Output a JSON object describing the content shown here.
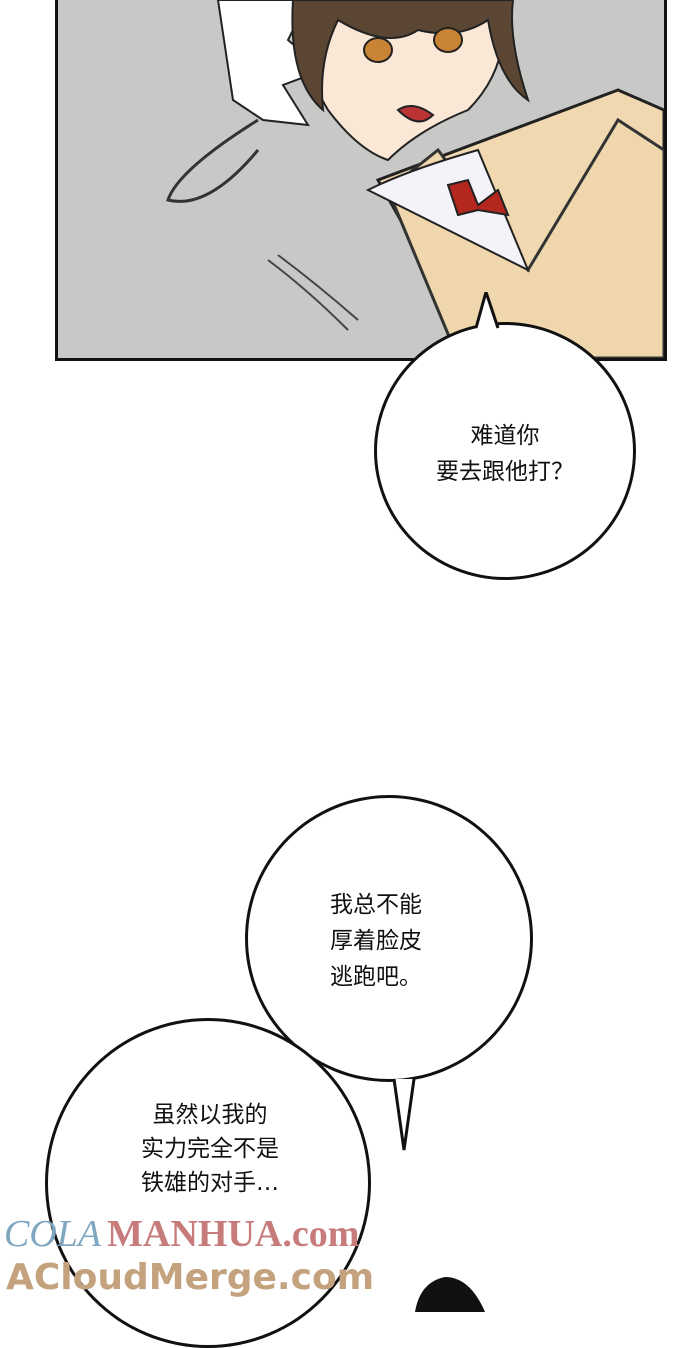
{
  "bubbles": [
    {
      "lines": [
        "难道你",
        "要去跟他打？"
      ]
    },
    {
      "lines": [
        "我总不能",
        "厚着脸皮",
        "逃跑吧。"
      ]
    },
    {
      "lines": [
        "虽然以我的",
        "实力完全不是",
        "铁雄的对手…"
      ]
    }
  ],
  "watermarks": {
    "line1_a": "COLA",
    "line1_b": "MANHUA.com",
    "line2": "ACloudMerge.com"
  },
  "colors": {
    "panel_bg": "#c8c8c6",
    "watermark_blue": "#7fa6c0",
    "watermark_red": "#c77b7b",
    "watermark_tan": "#c4a27e"
  }
}
